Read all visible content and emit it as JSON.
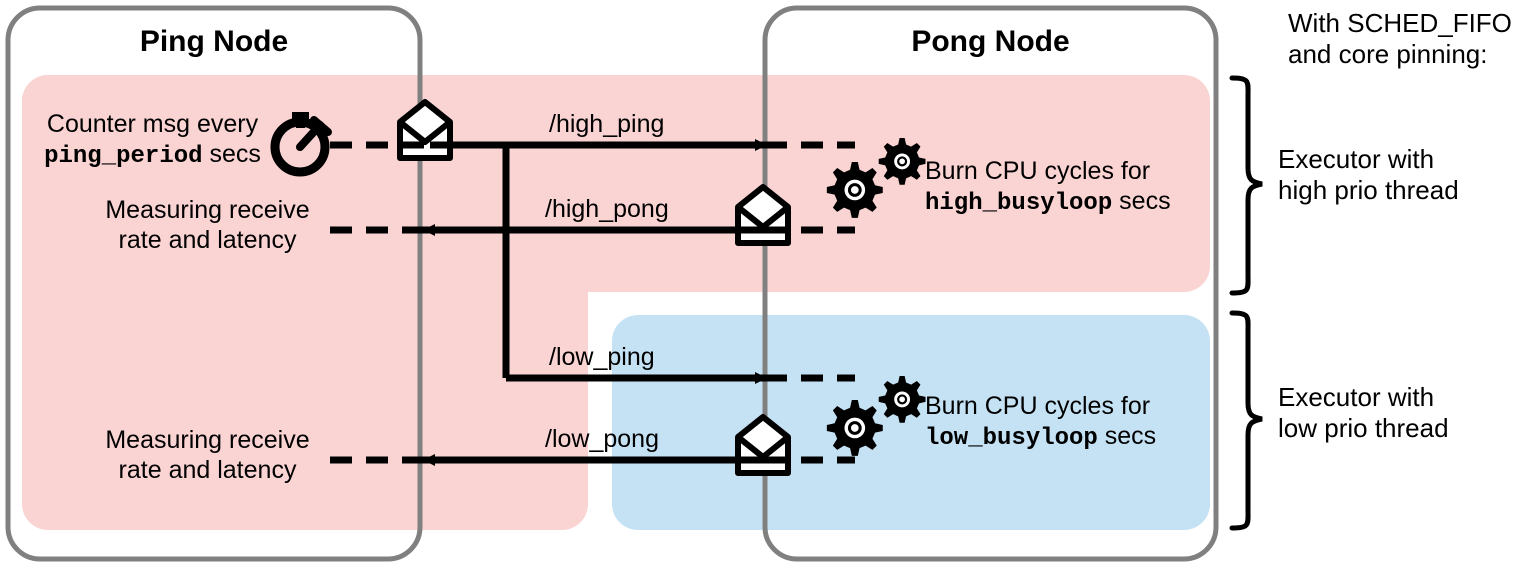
{
  "diagram": {
    "nodes": [
      {
        "id": "ping",
        "title": "Ping Node"
      },
      {
        "id": "pong",
        "title": "Pong Node"
      }
    ],
    "regions": [
      {
        "id": "high-prio-region",
        "color": "#fad3d3",
        "priority": "high"
      },
      {
        "id": "low-prio-region",
        "color": "#c5e2f5",
        "priority": "low"
      }
    ],
    "ping_side": {
      "timer_line1": "Counter msg every",
      "timer_param": "ping_period",
      "timer_line2_suffix": " secs",
      "measure_high_line1": "Measuring receive",
      "measure_high_line2": "rate and latency",
      "measure_low_line1": "Measuring receive",
      "measure_low_line2": "rate and latency"
    },
    "pong_side": {
      "burn_high_line1": "Burn CPU cycles for",
      "burn_high_param": "high_busyloop",
      "burn_high_suffix": " secs",
      "burn_low_line1": "Burn CPU cycles for",
      "burn_low_param": "low_busyloop",
      "burn_low_suffix": " secs"
    },
    "topics": [
      {
        "id": "high-ping",
        "label": "/high_ping",
        "direction": "ping-to-pong"
      },
      {
        "id": "high-pong",
        "label": "/high_pong",
        "direction": "pong-to-ping"
      },
      {
        "id": "low-ping",
        "label": "/low_ping",
        "direction": "ping-to-pong"
      },
      {
        "id": "low-pong",
        "label": "/low_pong",
        "direction": "pong-to-ping"
      }
    ],
    "legend": {
      "heading_line1": "With SCHED_FIFO",
      "heading_line2": "and core pinning:",
      "high_line1": "Executor with",
      "high_line2": "high prio thread",
      "low_line1": "Executor with",
      "low_line2": "low prio thread"
    },
    "icons": {
      "stopwatch": "stopwatch-icon",
      "envelope": "open-envelope-icon",
      "gears": "gears-icon"
    },
    "colors": {
      "node_border": "#808080",
      "high_region": "#fad3d3",
      "low_region": "#c5e2f5",
      "stroke": "#000000",
      "background": "#ffffff"
    }
  }
}
